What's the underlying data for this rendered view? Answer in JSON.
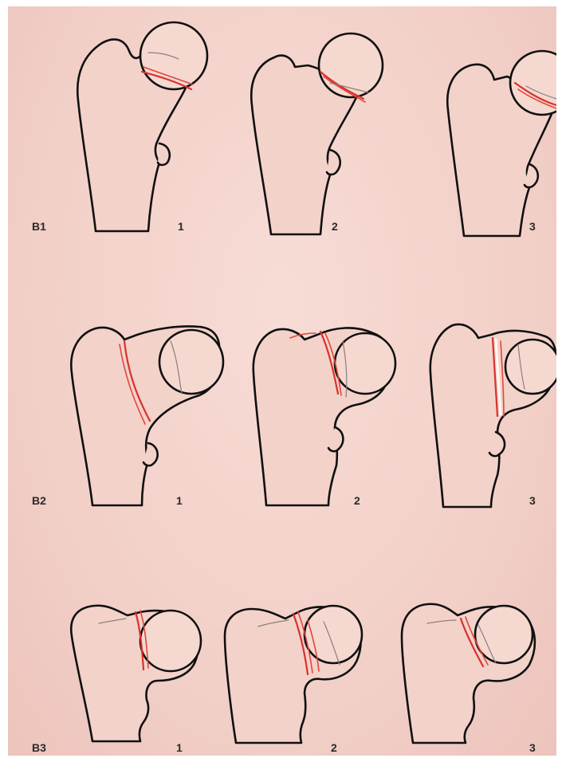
{
  "groups": [
    {
      "code": "B1",
      "subtypes": [
        "1",
        "2",
        "3"
      ]
    },
    {
      "code": "B2",
      "subtypes": [
        "1",
        "2",
        "3"
      ]
    },
    {
      "code": "B3",
      "subtypes": [
        "1",
        "2",
        "3"
      ]
    }
  ],
  "colors": {
    "background": "#f2d0c8",
    "outline": "#101010",
    "fracture_line": "#d8322e"
  }
}
